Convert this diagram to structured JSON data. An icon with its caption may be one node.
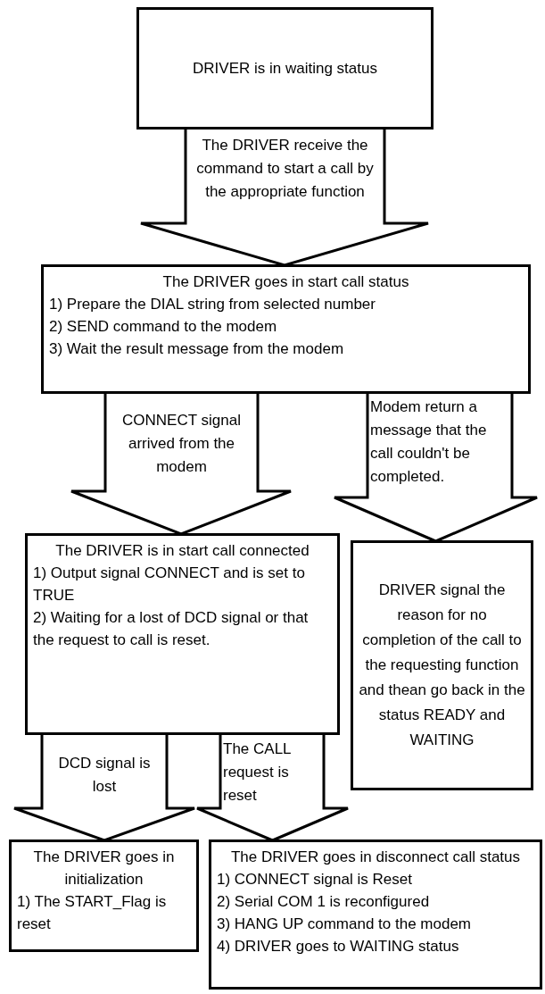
{
  "diagram": {
    "nodes": [
      {
        "text": [
          "DRIVER is in waiting status"
        ]
      },
      {
        "text": [
          "The DRIVER goes in start call status",
          "1) Prepare the DIAL string from selected number",
          "2) SEND command to the modem",
          "3) Wait the result message from the modem"
        ]
      },
      {
        "text": [
          "The DRIVER is in start call connected",
          "1) Output signal CONNECT and is set to TRUE",
          "2) Waiting for a lost of DCD signal or that the request to call is reset."
        ]
      },
      {
        "text": [
          "DRIVER signal the reason for no completion of the call to the requesting function and thean go back in the status READY and WAITING"
        ]
      },
      {
        "text": [
          "The DRIVER goes in initialization",
          "1) The START_Flag is reset"
        ]
      },
      {
        "text": [
          "The DRIVER goes in disconnect call status",
          "1) CONNECT signal is Reset",
          "2) Serial COM 1 is reconfigured",
          "3) HANG UP command to the modem",
          "4) DRIVER goes to WAITING status"
        ]
      }
    ],
    "edges": [
      {
        "from": 0,
        "to": 1,
        "arrow": "to",
        "label": "The DRIVER receive the command to start a call by the appropriate function"
      },
      {
        "from": 1,
        "to": 2,
        "arrow": "to",
        "label": "CONNECT signal arrived from the modem"
      },
      {
        "from": 1,
        "to": 3,
        "arrow": "to",
        "label": "Modem return a message that the call couldn't be completed."
      },
      {
        "from": 2,
        "to": 4,
        "arrow": "to",
        "label": "DCD signal is lost"
      },
      {
        "from": 2,
        "to": 5,
        "arrow": "to",
        "label": "The CALL request is reset"
      }
    ]
  }
}
